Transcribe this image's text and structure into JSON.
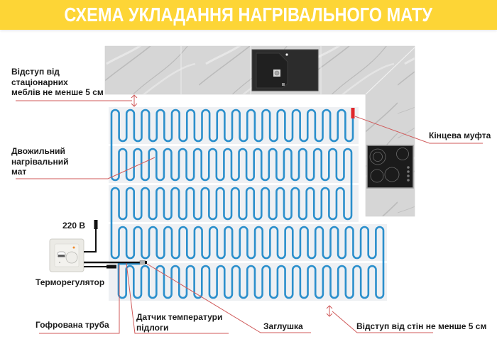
{
  "header": {
    "title": "СХЕМА УКЛАДАННЯ НАГРІВАЛЬНОГО МАТУ"
  },
  "labels": {
    "furniture_offset": [
      "Відступ від",
      "стаціонарних",
      "меблів не менше 5 см"
    ],
    "mat": [
      "Двожильний",
      "нагрівальний",
      "мат"
    ],
    "end_coupling": "Кінцева муфта",
    "voltage": "220 В",
    "thermostat": "Терморегулятор",
    "conduit": "Гофрована труба",
    "sensor": [
      "Датчик температури",
      "підлоги"
    ],
    "plug": "Заглушка",
    "wall_offset": "Відступ від стін не менше 5 см"
  },
  "colors": {
    "header_bg": "#fdd536",
    "cable": "#2b8fcc",
    "annotation_line": "#d05a5a",
    "end_coupling": "#e0262a",
    "mat_strip": "#eef0f3"
  },
  "mat": {
    "strips": 5
  }
}
